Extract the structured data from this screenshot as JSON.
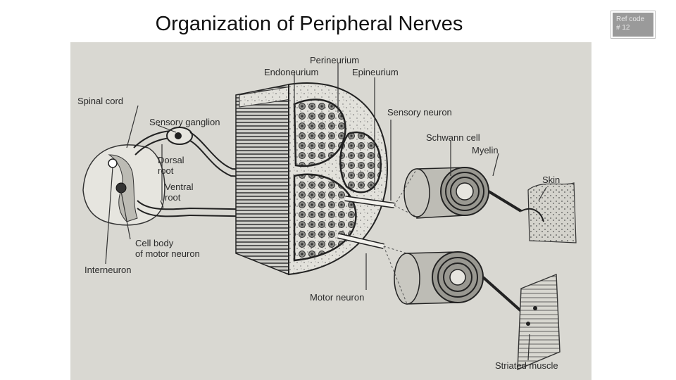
{
  "slide": {
    "title": "Organization of Peripheral Nerves",
    "ref_code_line1": "Ref code",
    "ref_code_line2": "# 12"
  },
  "diagram": {
    "labels": {
      "perineurium": "Perineurium",
      "endoneurium": "Endoneurium",
      "epineurium": "Epineurium",
      "spinal_cord": "Spinal cord",
      "sensory_ganglion": "Sensory ganglion",
      "sensory_neuron": "Sensory neuron",
      "schwann_cell": "Schwann cell",
      "myelin": "Myelin",
      "dorsal": "Dorsal",
      "dorsal_root": "root",
      "ventral": "Ventral",
      "ventral_root": "root",
      "skin": "Skin",
      "cell_body": "Cell body",
      "of_motor_neuron": "of motor neuron",
      "interneuron": "Interneuron",
      "motor_neuron": "Motor neuron",
      "striated_muscle": "Striated muscle"
    }
  }
}
